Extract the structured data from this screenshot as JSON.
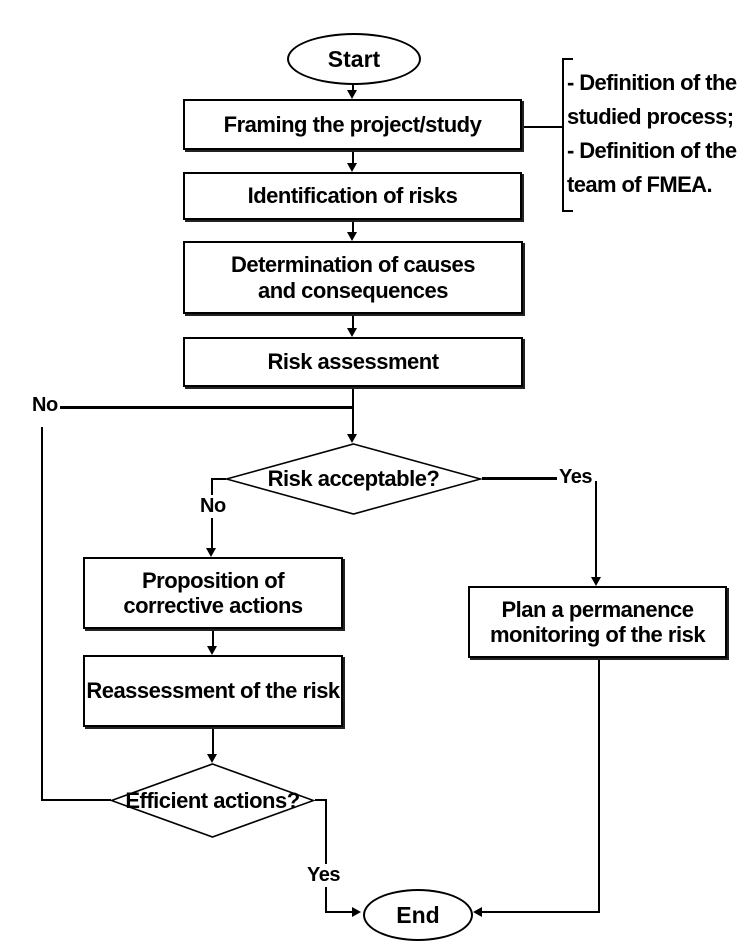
{
  "diagram": {
    "type": "flowchart",
    "background": "#ffffff",
    "line_color": "#000000",
    "text_color": "#000000",
    "nodes": {
      "start": {
        "label": "Start",
        "shape": "terminator"
      },
      "framing": {
        "label": "Framing the project/study",
        "shape": "process"
      },
      "identification": {
        "label": "Identification of risks",
        "shape": "process"
      },
      "determination": {
        "label": "Determination of causes and consequences",
        "shape": "process"
      },
      "risk_assessment": {
        "label": "Risk assessment",
        "shape": "process"
      },
      "risk_acceptable": {
        "label": "Risk acceptable?",
        "shape": "decision"
      },
      "proposition": {
        "label": "Proposition of corrective actions",
        "shape": "process"
      },
      "reassessment": {
        "label": "Reassessment of the risk",
        "shape": "process"
      },
      "efficient_actions": {
        "label": "Efficient actions?",
        "shape": "decision"
      },
      "plan": {
        "label": "Plan a permanence monitoring of the risk",
        "shape": "process"
      },
      "end": {
        "label": "End",
        "shape": "terminator"
      }
    },
    "edge_labels": {
      "feedback_no": "No",
      "risk_acceptable_no": "No",
      "risk_acceptable_yes": "Yes",
      "efficient_actions_yes": "Yes"
    },
    "annotation": {
      "lines": [
        "- Definition of the",
        "studied process;",
        "- Definition of the",
        "team of FMEA."
      ]
    },
    "edges": [
      "start -> framing",
      "framing -> identification",
      "identification -> determination",
      "determination -> risk_assessment",
      "risk_assessment -> risk_acceptable",
      "risk_acceptable -No-> proposition",
      "risk_acceptable -Yes-> plan",
      "proposition -> reassessment",
      "reassessment -> efficient_actions",
      "efficient_actions -Yes-> end",
      "efficient_actions -No-> risk_acceptable (feedback loop)",
      "plan -> end",
      "framing -- annotation bracket"
    ]
  }
}
